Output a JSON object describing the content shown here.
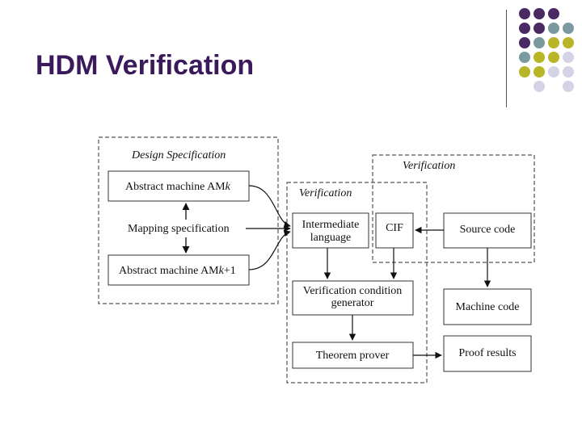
{
  "slide": {
    "title": "HDM Verification"
  },
  "decoration": {
    "dot_colors": {
      "purple": "#4a2a63",
      "teal": "#7a9aa0",
      "olive": "#b8b526",
      "lavender": "#d5d3e6"
    },
    "dot_grid": [
      [
        "purple",
        "purple",
        "purple"
      ],
      [
        "purple",
        "purple",
        "teal",
        "teal"
      ],
      [
        "purple",
        "teal",
        "olive",
        "olive"
      ],
      [
        "teal",
        "olive",
        "olive",
        "lavender"
      ],
      [
        "olive",
        "olive",
        "lavender",
        "lavender"
      ],
      [
        "",
        "lavender",
        "",
        "lavender"
      ]
    ]
  },
  "diagram": {
    "design_spec": {
      "title": "Design Specification",
      "am_k_prefix": "Abstract machine AM",
      "am_k_var": "k",
      "mapping": "Mapping specification",
      "am_k1_prefix": "Abstract machine AM",
      "am_k1_var": "k",
      "am_k1_suffix": "+1"
    },
    "verification_inner": {
      "title": "Verification",
      "intermediate_line1": "Intermediate",
      "intermediate_line2": "language",
      "vcg_line1": "Verification condition",
      "vcg_line2": "generator",
      "theorem": "Theorem prover"
    },
    "verification_outer": {
      "title": "Verification",
      "cif": "CIF",
      "source": "Source code"
    },
    "machine_code": "Machine code",
    "proof_results": "Proof results"
  }
}
